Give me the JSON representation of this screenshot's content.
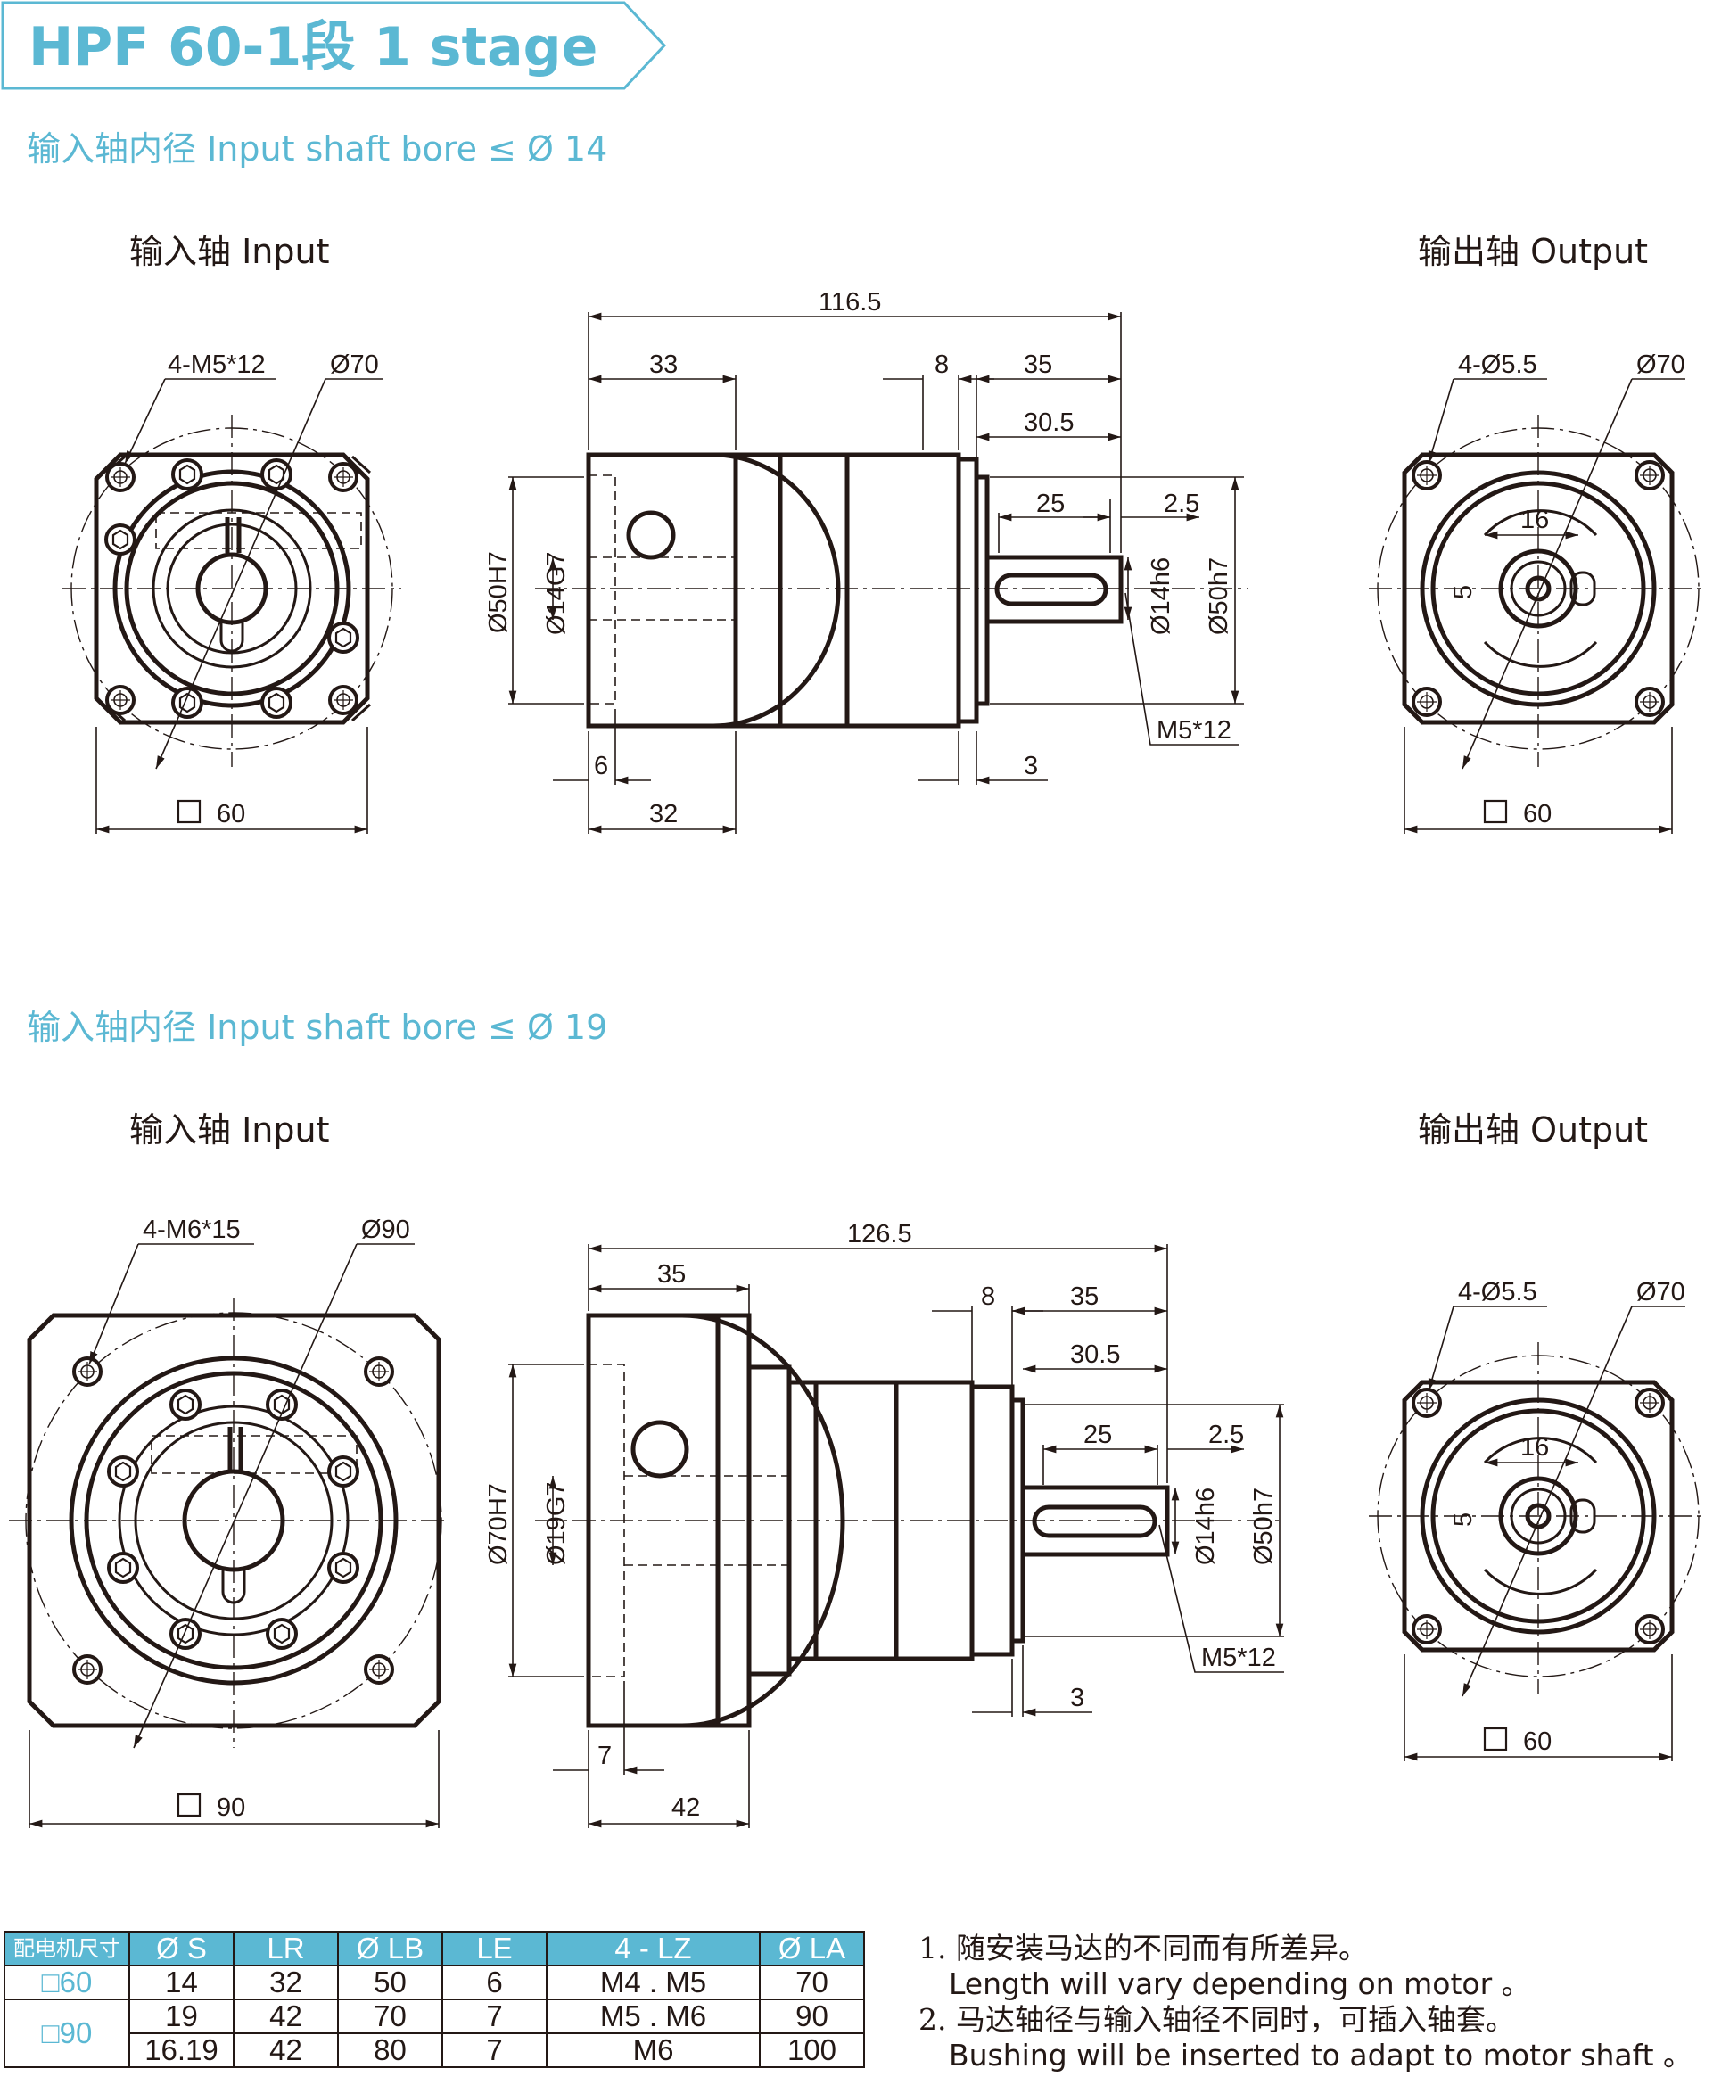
{
  "title": "HPF 60-1段   1 stage",
  "sections": [
    {
      "subtitle": "输入轴内径 Input shaft bore ≤ Ø 14",
      "input_label": "输入轴  Input",
      "output_label": "输出轴  Output",
      "input_view": {
        "bolt_note": "4-M5*12",
        "pcd": "Ø70",
        "square": "60"
      },
      "side_view": {
        "overall": "116.5",
        "d33": "33",
        "d8": "8",
        "d35": "35",
        "d30_5": "30.5",
        "d25": "25",
        "d2_5": "2.5",
        "bore_lb": "Ø50H7",
        "bore_s": "Ø14G7",
        "shaft": "Ø14h6",
        "pilot": "Ø50h7",
        "tap": "M5*12",
        "le": "6",
        "lr": "32",
        "d3": "3"
      },
      "output_view": {
        "holes": "4-Ø5.5",
        "pcd": "Ø70",
        "key": "16",
        "keyh": "5",
        "square": "60"
      }
    },
    {
      "subtitle": "输入轴内径 Input shaft bore ≤ Ø 19",
      "input_label": "输入轴  Input",
      "output_label": "输出轴  Output",
      "input_view": {
        "bolt_note": "4-M6*15",
        "pcd": "Ø90",
        "square": "90"
      },
      "side_view": {
        "overall": "126.5",
        "d35a": "35",
        "d8": "8",
        "d35": "35",
        "d30_5": "30.5",
        "d25": "25",
        "d2_5": "2.5",
        "bore_lb": "Ø70H7",
        "bore_s": "Ø19G7",
        "shaft": "Ø14h6",
        "pilot": "Ø50h7",
        "tap": "M5*12",
        "le": "7",
        "lr": "42",
        "d3": "3"
      },
      "output_view": {
        "holes": "4-Ø5.5",
        "pcd": "Ø70",
        "key": "16",
        "keyh": "5",
        "square": "60"
      }
    }
  ],
  "table": {
    "headers": [
      "配电机尺寸",
      "Ø S",
      "LR",
      "Ø LB",
      "LE",
      "4 - LZ",
      "Ø LA"
    ],
    "rows": [
      {
        "size": "□60",
        "s": "14",
        "lr": "32",
        "lb": "50",
        "le": "6",
        "lz": "M4 . M5",
        "la": "70"
      },
      {
        "size": "□90",
        "s": "19",
        "lr": "42",
        "lb": "70",
        "le": "7",
        "lz": "M5 . M6",
        "la": "90"
      },
      {
        "size": "",
        "s": "16.19",
        "lr": "42",
        "lb": "80",
        "le": "7",
        "lz": "M6",
        "la": "100"
      }
    ]
  },
  "notes": [
    {
      "cn": "1. 随安装马达的不同而有所差异。",
      "en": "Length will vary depending on motor 。"
    },
    {
      "cn": "2. 马达轴径与输入轴径不同时，可插入轴套。",
      "en": "Bushing will be inserted to adapt to motor shaft 。"
    }
  ],
  "colors": {
    "accent": "#5bb8d3",
    "line": "#231815"
  }
}
